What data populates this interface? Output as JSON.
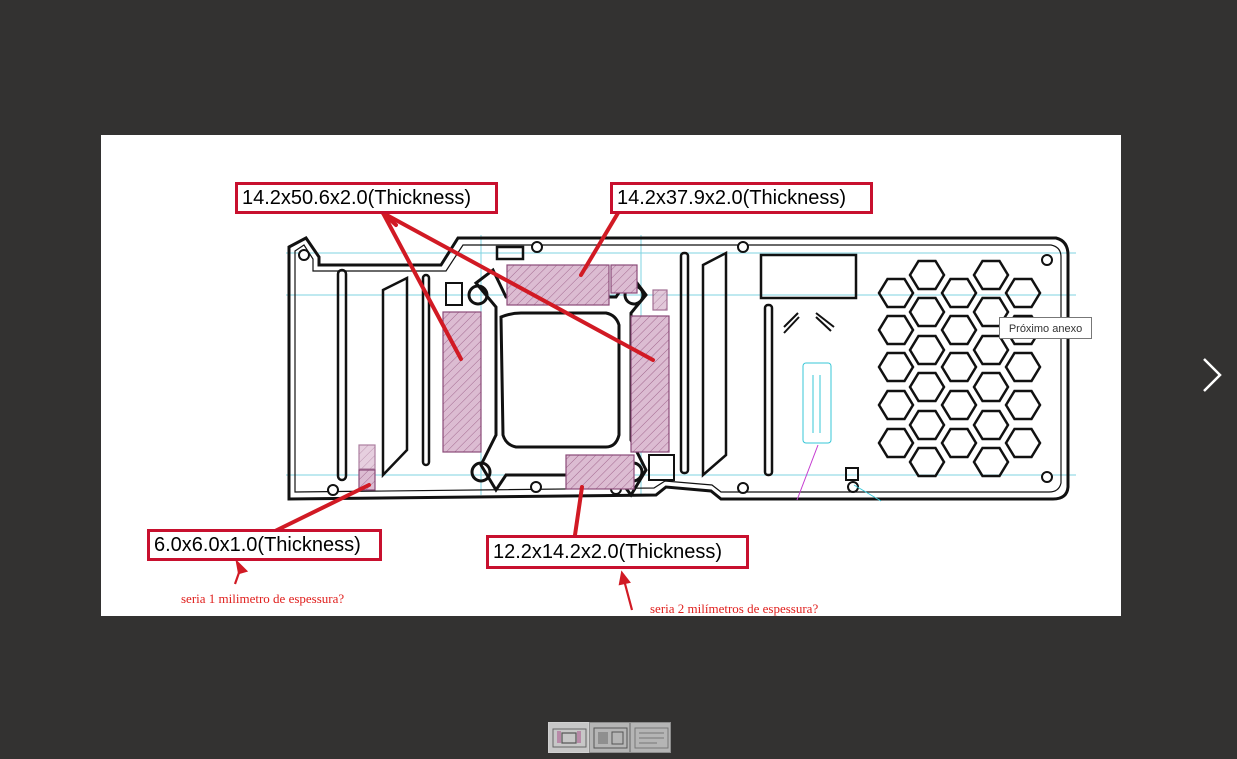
{
  "viewer": {
    "tooltip": "Próximo anexo",
    "next_icon": "chevron-right-icon",
    "thumbnails": [
      {
        "name": "thumbnail-1",
        "active": true
      },
      {
        "name": "thumbnail-2",
        "active": false
      },
      {
        "name": "thumbnail-3",
        "active": false
      }
    ]
  },
  "drawing": {
    "callouts": {
      "pad_left_tall": "14.2x50.6x2.0(Thickness)",
      "pad_right_tall": "14.2x37.9x2.0(Thickness)",
      "pad_small": "6.0x6.0x1.0(Thickness)",
      "pad_bottom": "12.2x14.2x2.0(Thickness)"
    },
    "notes": {
      "note_small": "seria 1 milimetro de espessura?",
      "note_bottom": "seria 2 milímetros de espessura?"
    }
  },
  "colors": {
    "background": "#333231",
    "callout_border": "#c8102e",
    "note_text": "#e0201e",
    "pad_fill": "#d9b6cf"
  }
}
